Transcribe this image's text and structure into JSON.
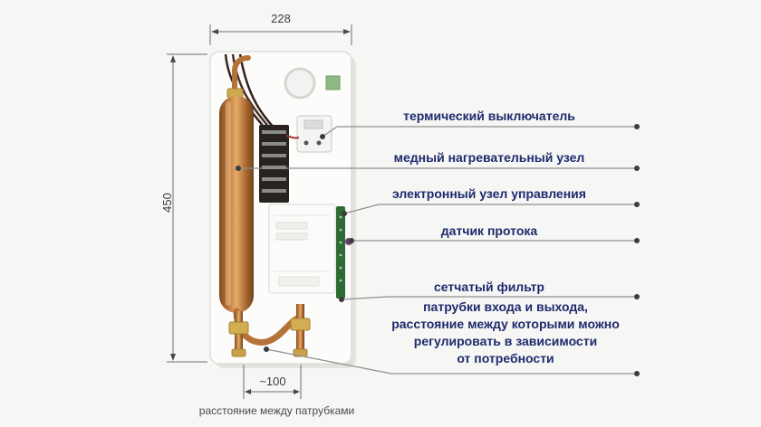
{
  "dimensions": {
    "width_label": "228",
    "height_label": "450",
    "pipe_distance_label": "~100",
    "pipe_distance_caption": "расстояние между патрубками"
  },
  "labels": {
    "thermal_switch": "термический выключатель",
    "copper_heating_unit": "медный нагревательный узел",
    "electronic_control_unit": "электронный узел управления",
    "flow_sensor": "датчик протока",
    "mesh_filter": "сетчатый фильтр",
    "inlet_outlet_pipes": "патрубки входа и выхода,\nрасстояние между которыми можно\nрегулировать в зависимости\nот потребности"
  },
  "colors": {
    "page_bg": "#f6f6f4",
    "label_text": "#1e2a6e",
    "dimension_text": "#3f3f3f",
    "copper": "#b5733a",
    "callout_line": "#8f8f8f"
  }
}
